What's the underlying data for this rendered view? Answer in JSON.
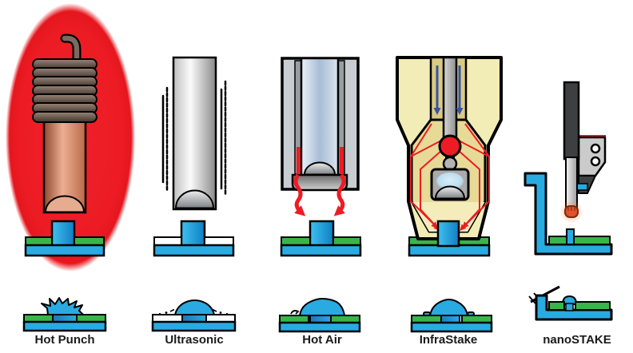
{
  "methods": [
    {
      "label": "Hot Punch",
      "tool_icon": "heated-coil-punch-icon",
      "highlighted": true,
      "result_icon": "rough-stake-icon"
    },
    {
      "label": "Ultrasonic",
      "tool_icon": "ultrasonic-horn-icon",
      "highlighted": false,
      "result_icon": "domed-stake-flash-icon"
    },
    {
      "label": "Hot Air",
      "tool_icon": "hot-air-nozzle-icon",
      "highlighted": false,
      "result_icon": "domed-stake-icon"
    },
    {
      "label": "InfraStake",
      "tool_icon": "infrared-stake-module-icon",
      "highlighted": false,
      "result_icon": "clean-domed-stake-icon"
    },
    {
      "label": "nanoSTAKE",
      "tool_icon": "nanostake-heated-tip-icon",
      "highlighted": false,
      "result_icon": "micro-domed-stake-icon"
    }
  ],
  "colors": {
    "highlight_red": "#ED1C24",
    "plastic_blue": "#29ABE2",
    "layer_green": "#39B54A",
    "layer_white": "#FFFFFF",
    "copper": "#C87B5A",
    "steel_gray": "#C9CDD1",
    "infrastake_body": "#F2ECB6",
    "chamber_tan": "#E7DA97",
    "air_arrow_blue": "#3953A4",
    "ir_arrow_red": "#ED1C24",
    "tip_orange": "#E0512C",
    "ink": "#1A1A1A"
  }
}
